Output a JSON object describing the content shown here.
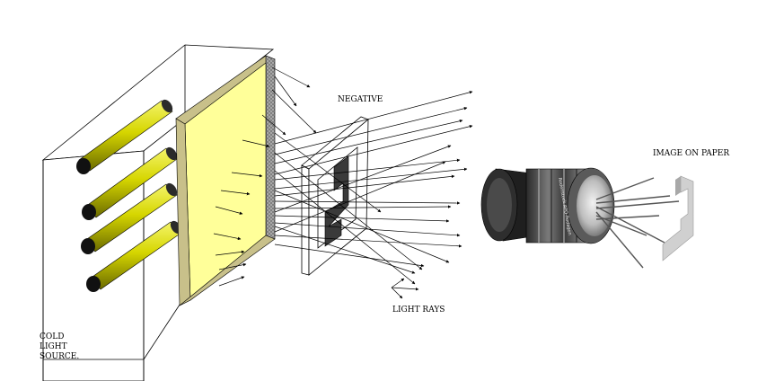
{
  "labels": {
    "cold_light_source": "COLD LIGHT SOURCE.",
    "negative": "NEGATIVE",
    "light_rays": "LIGHT RAYS",
    "image_on_paper": "IMAGE ON PAPER"
  },
  "lens_text": "Rodenstock APO-Rodagon",
  "colors": {
    "tube_yellow": "#d6d600",
    "diffuser_yellow": "#ffff99",
    "frame_tan": "#c8c08a",
    "outline": "#000000"
  }
}
